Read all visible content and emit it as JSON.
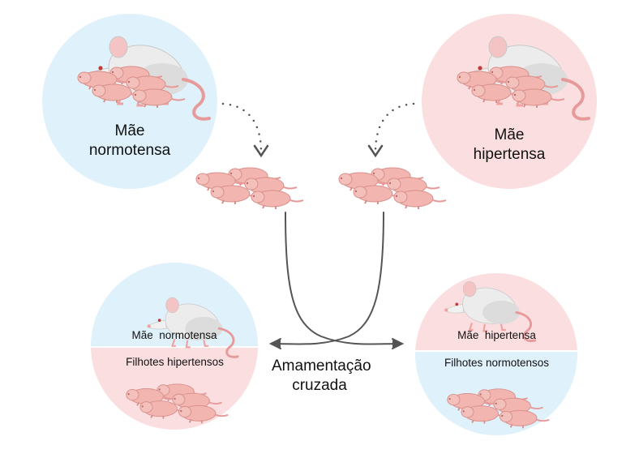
{
  "top_left": {
    "line1": "Mãe",
    "line2": "normotensa",
    "bg_color": "#dff1fb"
  },
  "top_right": {
    "line1": "Mãe",
    "line2": "hipertensa",
    "bg_color": "#fbdfe0"
  },
  "bottom_left": {
    "upper": "Mãe  normotensa",
    "lower": "Filhotes hipertensos",
    "upper_color": "#dff1fb",
    "lower_color": "#fbdfe0"
  },
  "bottom_right": {
    "upper": "Mãe  hipertensa",
    "lower": "Filhotes normotensos",
    "upper_color": "#fbdfe0",
    "lower_color": "#dff1fb"
  },
  "center_caption": {
    "line1": "Amamentação",
    "line2": "cruzada"
  },
  "colors": {
    "arrow": "#555555",
    "rat_body": "#ececec",
    "pup_body": "#f2b5b0",
    "tail": "#e79a9a"
  },
  "icons": [
    "rat-icon",
    "pups-icon",
    "dotted-curved-arrow-icon",
    "crossing-arrow-icon"
  ]
}
